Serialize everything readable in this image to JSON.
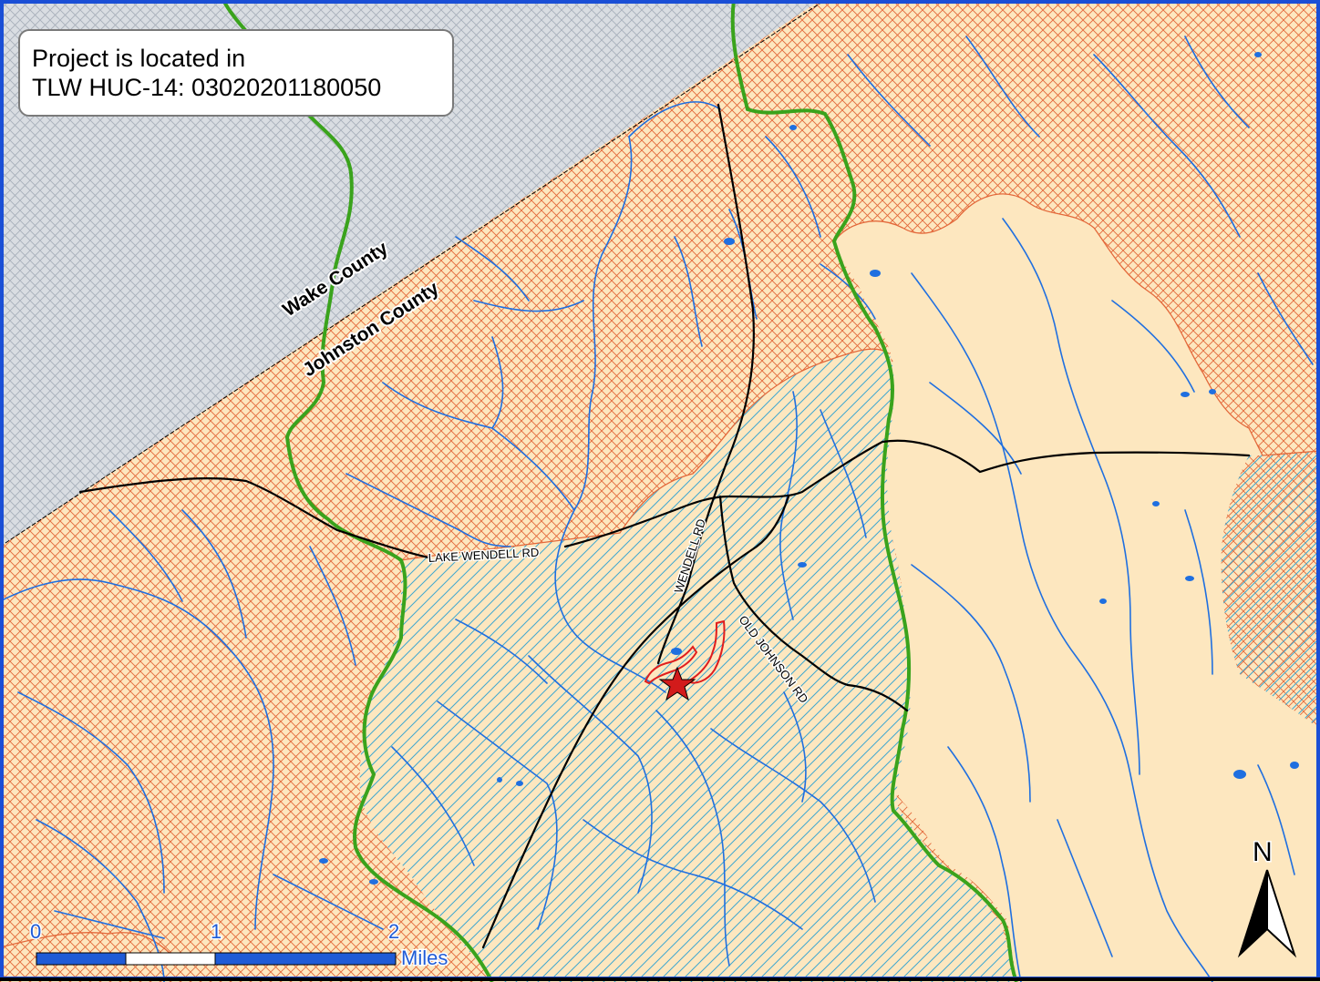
{
  "info_box": {
    "line1": "Project is located in",
    "line2": "TLW HUC-14: 03020201180050"
  },
  "counties": {
    "north": "Wake County",
    "south": "Johnston County"
  },
  "roads": {
    "lake_wendell": "LAKE WENDELL RD",
    "wendell": "WENDELL RD",
    "old_johnson": "OLD JOHNSON RD"
  },
  "scale_bar": {
    "tick_0": "0",
    "tick_1": "1",
    "tick_2": "2",
    "unit": "Miles"
  },
  "north_arrow": {
    "label": "N"
  },
  "colors": {
    "land_fill": "#fde7bf",
    "wake_fill": "#d9dde2",
    "crosshatch": "#e3683a",
    "diagonal_hatch": "#3fa7d0",
    "streams": "#1f6fe0",
    "watershed_boundary": "#3aa31c",
    "roads": "#000000",
    "project_outline": "#e01d1d",
    "project_star": "#d21b1b",
    "frame": "#1a4fd6"
  }
}
